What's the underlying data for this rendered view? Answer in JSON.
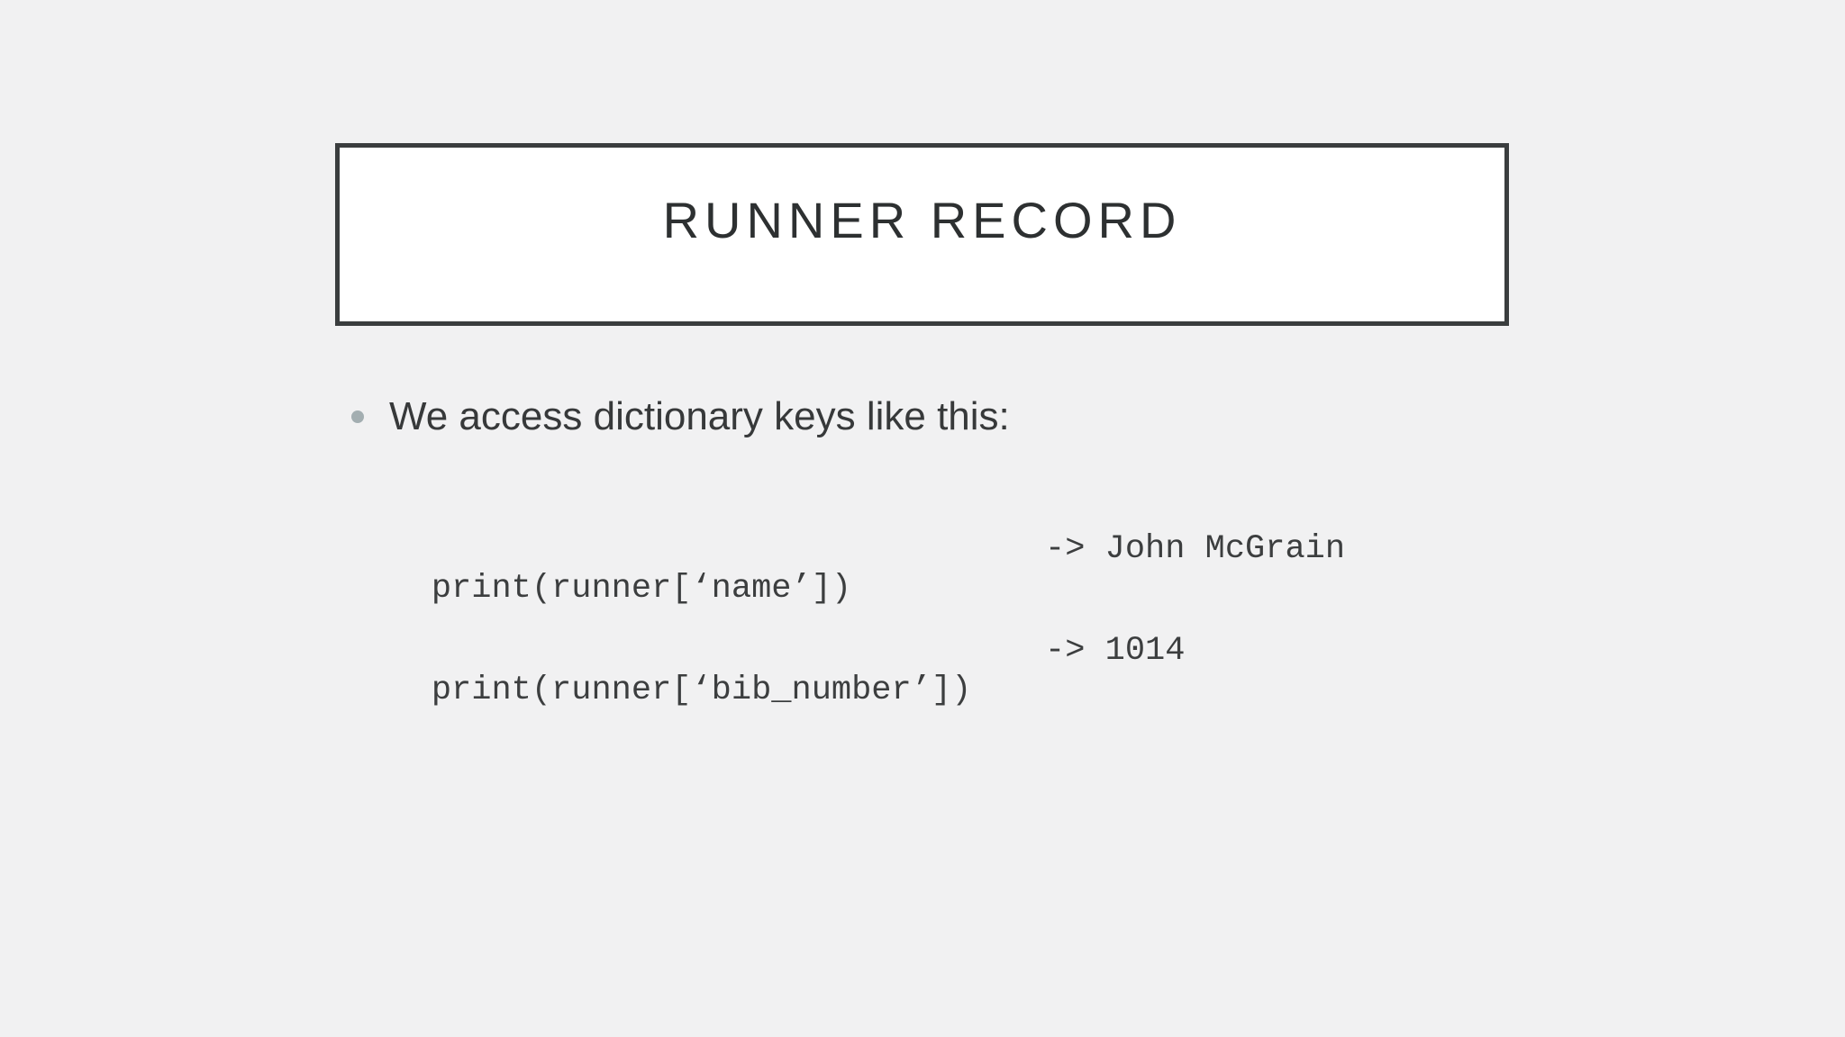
{
  "slide": {
    "background_color": "#f1f1f2",
    "title_box": {
      "title": "RUNNER RECORD",
      "fill_color": "#ffffff",
      "border_color": "#3a3d3e"
    },
    "bullet": {
      "text": "We access dictionary keys like this:",
      "dot_color": "#a3aeb1"
    },
    "code_lines": [
      {
        "code": "print(runner[‘name’])",
        "result": "-> John McGrain"
      },
      {
        "code": "print(runner[‘bib_number’])",
        "result": "-> 1014"
      }
    ]
  }
}
